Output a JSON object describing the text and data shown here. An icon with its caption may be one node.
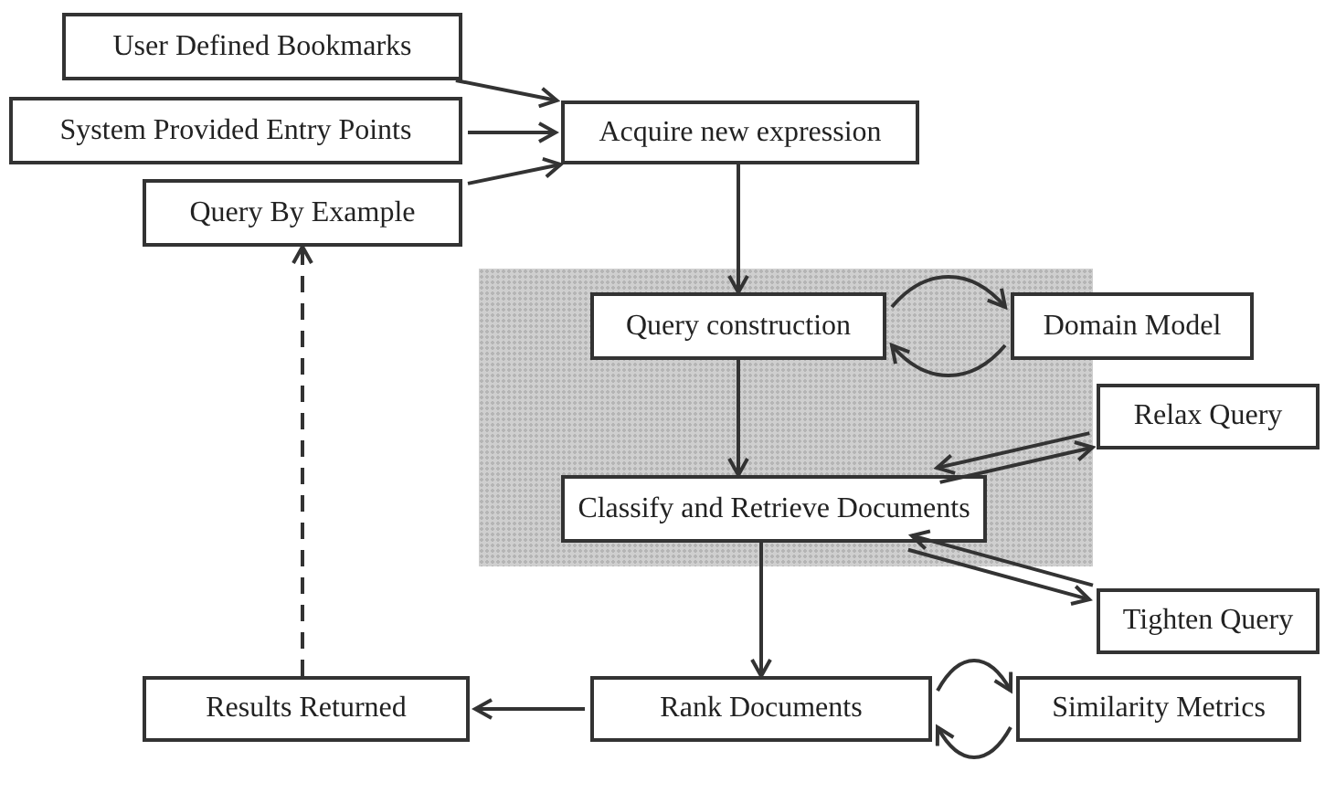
{
  "diagram": {
    "nodes": [
      {
        "text": [
          "User Defined Bookmarks"
        ]
      },
      {
        "text": [
          "System Provided Entry Points"
        ]
      },
      {
        "text": [
          "Query By Example"
        ]
      },
      {
        "text": [
          "Acquire new expression"
        ]
      },
      {
        "text": [],
        "shape": "box"
      },
      {
        "text": [
          "Query construction"
        ],
        "in": 4
      },
      {
        "text": [
          "Domain Model"
        ]
      },
      {
        "text": [
          "Relax Query"
        ]
      },
      {
        "text": [
          "Classify and Retrieve Documents"
        ],
        "in": 4
      },
      {
        "text": [
          "Tighten Query"
        ]
      },
      {
        "text": [
          "Rank Documents"
        ]
      },
      {
        "text": [
          "Similarity Metrics"
        ]
      },
      {
        "text": [
          "Results Returned"
        ]
      }
    ],
    "edges": [
      {
        "from": 0,
        "to": 3,
        "arrow": "to"
      },
      {
        "from": 1,
        "to": 3,
        "arrow": "to"
      },
      {
        "from": 2,
        "to": 3,
        "arrow": "to"
      },
      {
        "from": 3,
        "to": 5,
        "arrow": "to"
      },
      {
        "from": 5,
        "to": 6,
        "arrow": "to"
      },
      {
        "from": 6,
        "to": 5,
        "arrow": "to"
      },
      {
        "from": 5,
        "to": 8,
        "arrow": "to"
      },
      {
        "from": 8,
        "to": 7,
        "arrow": "to"
      },
      {
        "from": 7,
        "to": 8,
        "arrow": "to"
      },
      {
        "from": 8,
        "to": 9,
        "arrow": "to"
      },
      {
        "from": 9,
        "to": 8,
        "arrow": "to"
      },
      {
        "from": 8,
        "to": 10,
        "arrow": "to"
      },
      {
        "from": 10,
        "to": 11,
        "arrow": "to"
      },
      {
        "from": 11,
        "to": 10,
        "arrow": "to"
      },
      {
        "from": 10,
        "to": 12,
        "arrow": "to"
      },
      {
        "from": 12,
        "to": 2,
        "arrow": "to",
        "style": "dashed"
      }
    ]
  }
}
